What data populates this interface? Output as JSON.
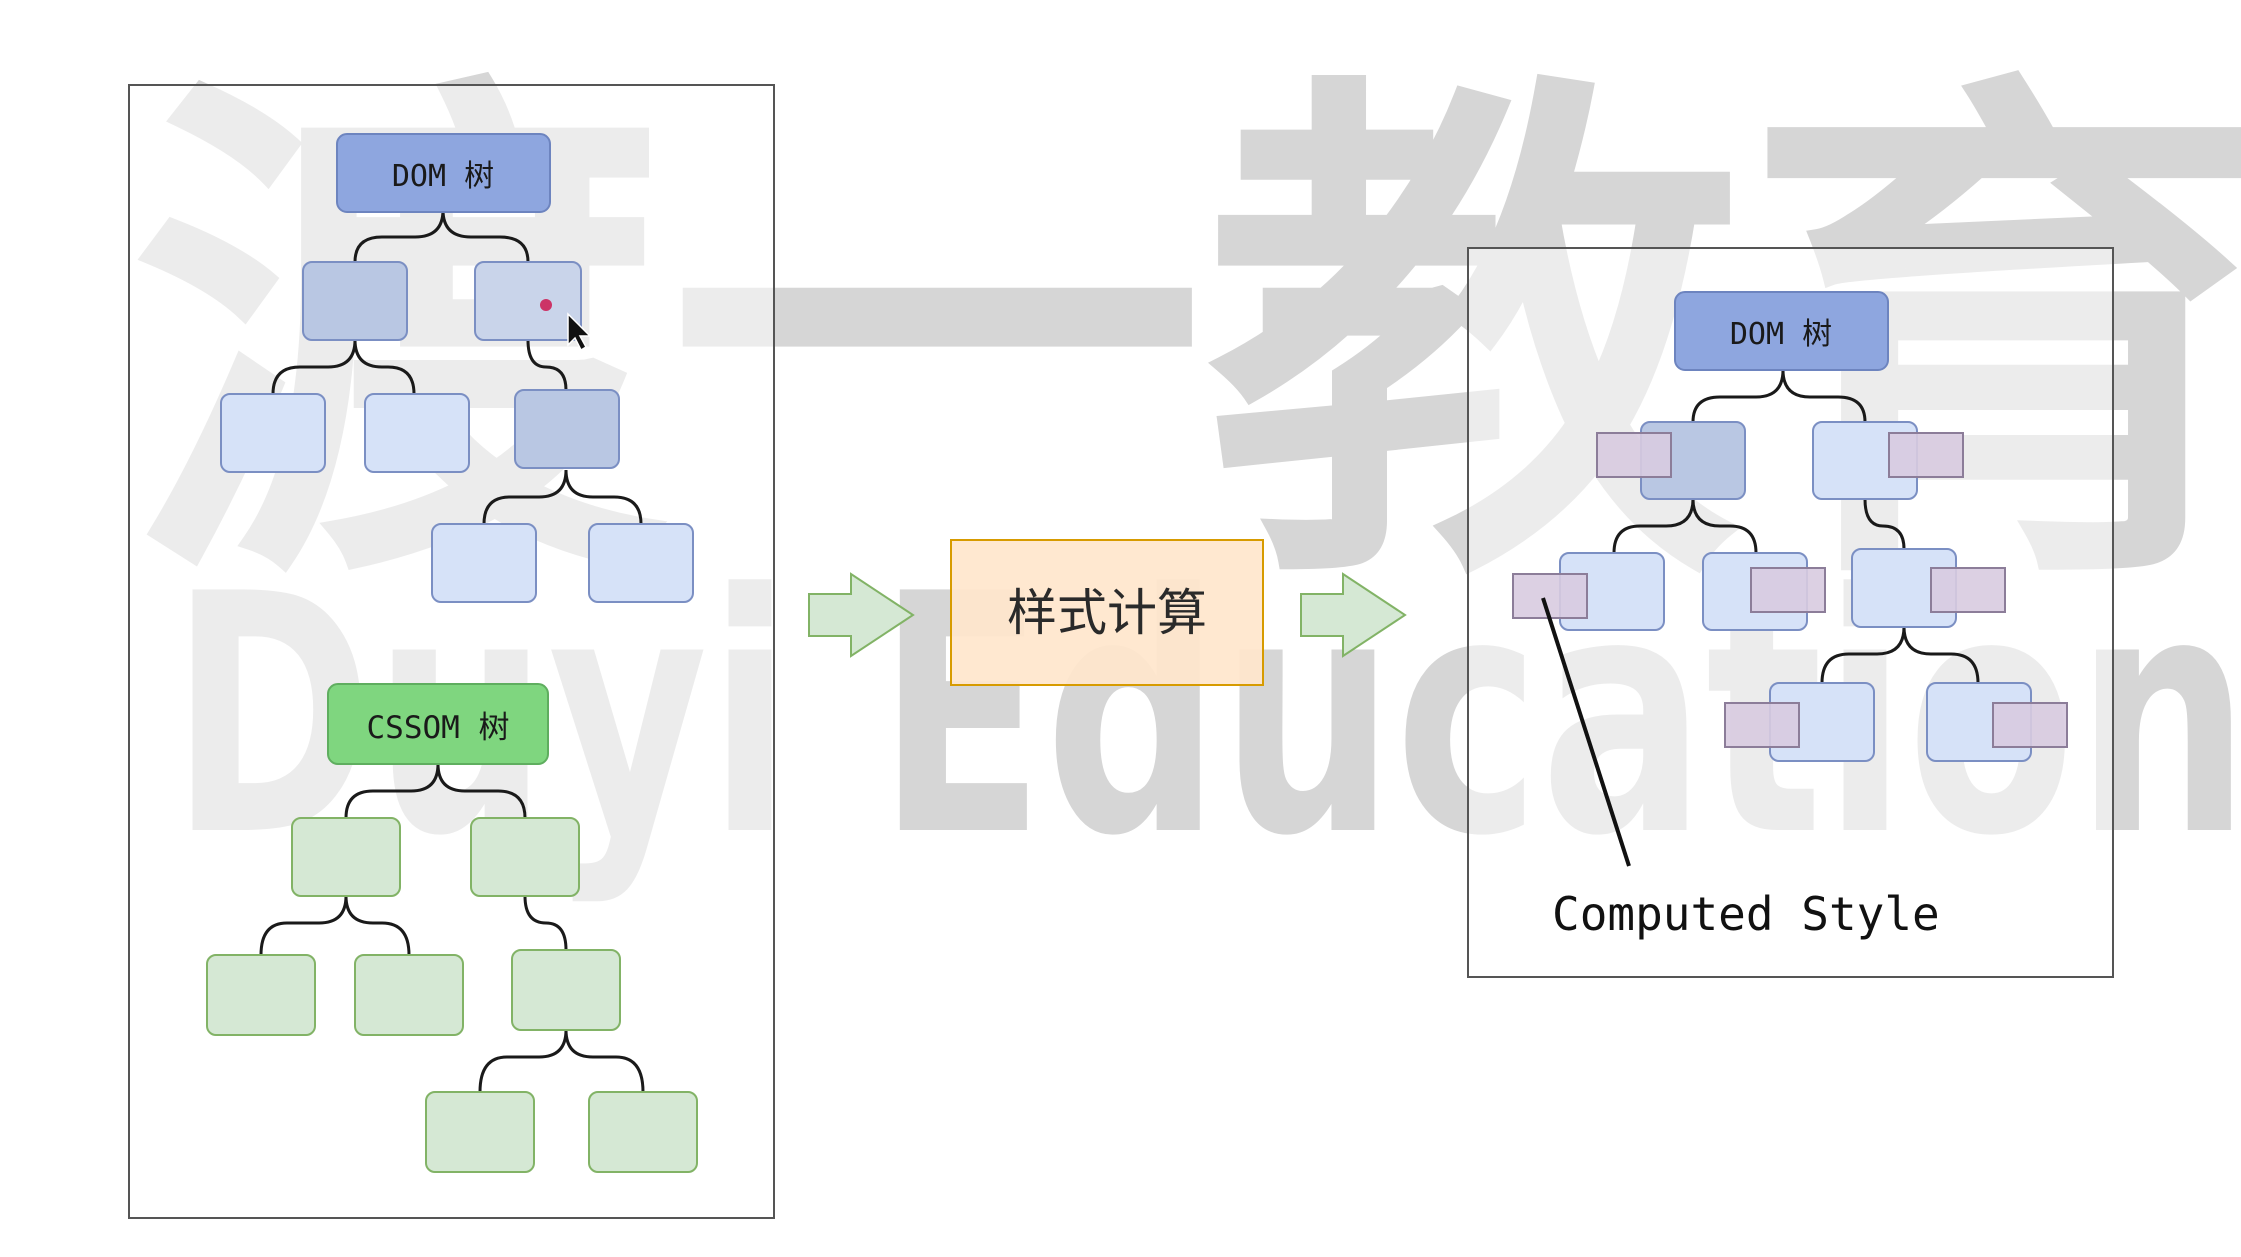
{
  "watermark": {
    "cjk": "渡一教育",
    "latin": "Duyi Education"
  },
  "left_panel": {
    "dom_tree_label": "DOM 树",
    "cssom_tree_label": "CSSOM 树"
  },
  "process": {
    "label": "样式计算"
  },
  "right_panel": {
    "dom_tree_label": "DOM 树",
    "annotation": "Computed Style"
  },
  "colors": {
    "dom_root": "#8ea6df",
    "dom_node": "#d6e2f8",
    "dom_node_dark": "#b9c7e3",
    "dom_border": "#7b8fc3",
    "cssom_root": "#7fd67f",
    "cssom_node": "#d5e8d4",
    "cssom_border": "#82b366",
    "process_fill": "#ffe6cc",
    "process_border": "#d79b00",
    "arrow_fill": "#d5e8d4",
    "arrow_border": "#82b366",
    "computed_style": "#d8cbe0",
    "computed_style_border": "#8c7d99",
    "panel_border": "#555555",
    "cursor_dot": "#cc3366"
  }
}
